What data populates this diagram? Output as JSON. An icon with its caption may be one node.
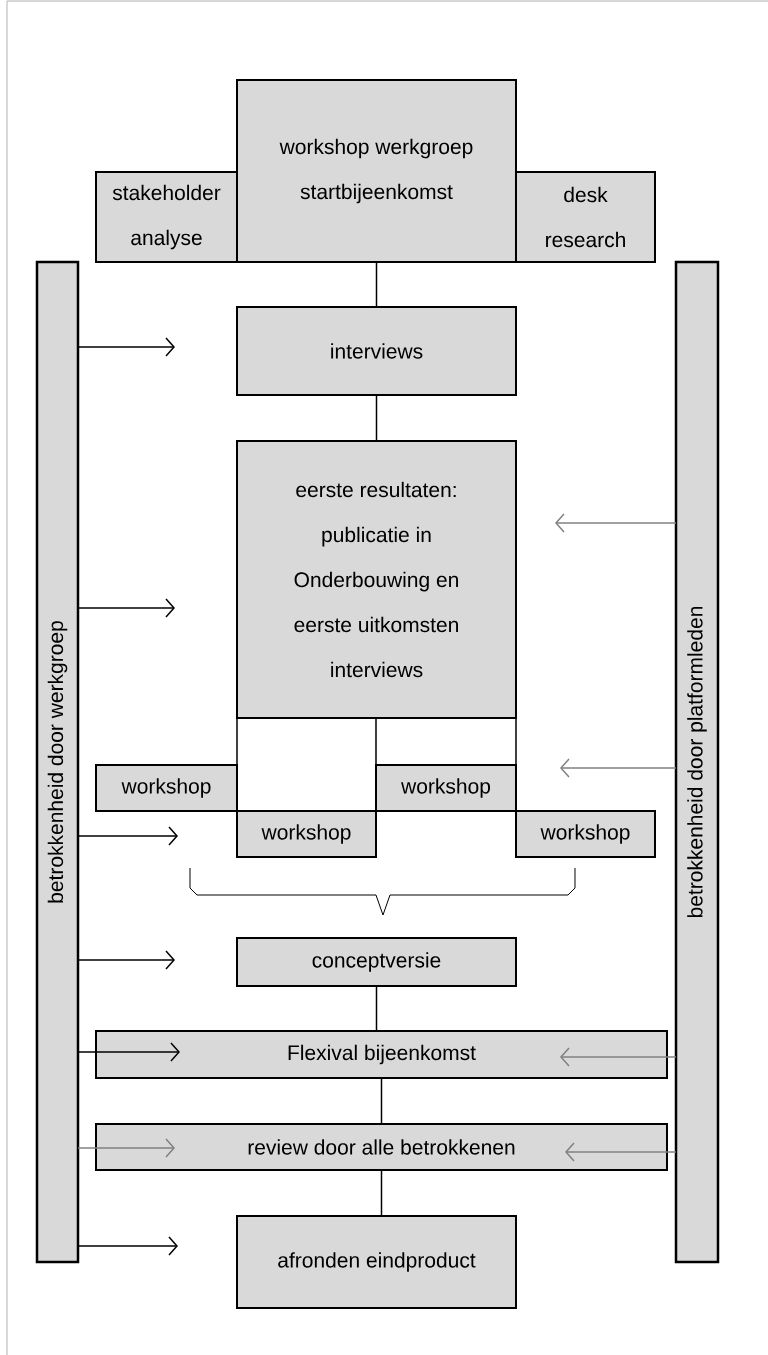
{
  "diagram": {
    "nodes": [
      {
        "text": [
          "betrokkenheid door werkgroep"
        ]
      },
      {
        "text": [
          "betrokkenheid door platformleden"
        ]
      },
      {
        "text": [
          "workshop werkgroep startbijeenkomst"
        ]
      },
      {
        "text": [
          "stakeholder analyse"
        ]
      },
      {
        "text": [
          "desk research"
        ]
      },
      {
        "text": [
          "interviews"
        ]
      },
      {
        "text": [
          "eerste resultaten: publicatie in Onderbouwing en eerste uitkomsten interviews"
        ]
      },
      {
        "text": [
          "workshop"
        ]
      },
      {
        "text": [
          "workshop"
        ]
      },
      {
        "text": [
          "workshop"
        ]
      },
      {
        "text": [
          "workshop"
        ]
      },
      {
        "text": [
          "conceptversie"
        ]
      },
      {
        "text": [
          "Flexival bijeenkomst"
        ]
      },
      {
        "text": [
          "review door alle betrokkenen"
        ]
      },
      {
        "text": [
          "afronden eindproduct"
        ]
      }
    ],
    "edges": [
      {
        "from": 2,
        "to": 5,
        "arrow": "none"
      },
      {
        "from": 5,
        "to": 6,
        "arrow": "none"
      },
      {
        "from": 6,
        "to": 9,
        "arrow": "none"
      },
      {
        "from": 6,
        "to": 8,
        "arrow": "none"
      },
      {
        "from": 6,
        "to": 10,
        "arrow": "none"
      },
      {
        "from": 11,
        "to": 12,
        "arrow": "none"
      },
      {
        "from": 12,
        "to": 13,
        "arrow": "none"
      },
      {
        "from": 13,
        "to": 14,
        "arrow": "none"
      },
      {
        "from": 0,
        "to": null,
        "arrow": "to"
      },
      {
        "from": 0,
        "to": null,
        "arrow": "to"
      },
      {
        "from": 0,
        "to": 7,
        "arrow": "to"
      },
      {
        "from": 0,
        "to": null,
        "arrow": "to"
      },
      {
        "from": 0,
        "to": 12,
        "arrow": "to"
      },
      {
        "from": 0,
        "to": 13,
        "arrow": "to",
        "color": "#808080"
      },
      {
        "from": 0,
        "to": null,
        "arrow": "to"
      },
      {
        "from": 1,
        "to": null,
        "arrow": "to",
        "color": "#808080"
      },
      {
        "from": 1,
        "to": null,
        "arrow": "to",
        "color": "#808080"
      },
      {
        "from": 1,
        "to": 12,
        "arrow": "to",
        "color": "#808080"
      },
      {
        "from": 1,
        "to": 13,
        "arrow": "to",
        "color": "#808080"
      }
    ]
  }
}
